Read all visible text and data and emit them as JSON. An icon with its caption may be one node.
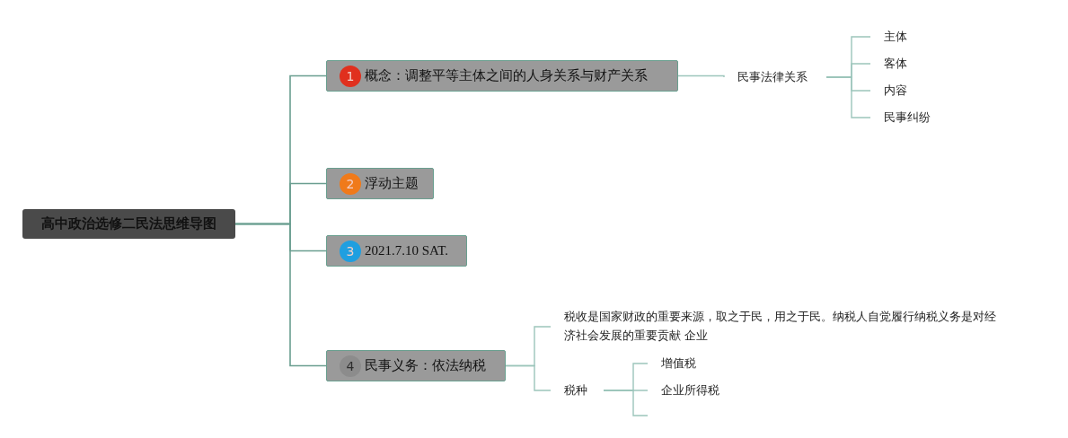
{
  "diagram": {
    "nodes": [
      {
        "text": [
          "高中政治选修二民法思维导图"
        ]
      },
      {
        "text": [
          "1",
          "概念：调整平等主体之间的人身关系与财产关系"
        ]
      },
      {
        "text": [
          "2",
          "浮动主题"
        ]
      },
      {
        "text": [
          "3",
          "2021.7.10 SAT."
        ]
      },
      {
        "text": [
          "4",
          "民事义务：依法纳税"
        ]
      },
      {
        "text": [
          "民事法律关系"
        ]
      },
      {
        "text": [
          "主体"
        ]
      },
      {
        "text": [
          "客体"
        ]
      },
      {
        "text": [
          "内容"
        ]
      },
      {
        "text": [
          "民事纠纷"
        ]
      },
      {
        "text": [
          "税收是国家财政的重要来源，取之于民，用之于民。纳税人自觉履行纳税义务是对经济社会发展的重要贡献 企业"
        ]
      },
      {
        "text": [
          "税种"
        ]
      },
      {
        "text": [
          "增值税"
        ]
      },
      {
        "text": [
          "企业所得税"
        ]
      }
    ],
    "edges": [
      {
        "from": 0,
        "to": 1,
        "arrow": "none"
      },
      {
        "from": 0,
        "to": 2,
        "arrow": "none"
      },
      {
        "from": 0,
        "to": 3,
        "arrow": "none"
      },
      {
        "from": 0,
        "to": 4,
        "arrow": "none"
      },
      {
        "from": 1,
        "to": 5,
        "arrow": "none"
      },
      {
        "from": 5,
        "to": 6,
        "arrow": "none"
      },
      {
        "from": 5,
        "to": 7,
        "arrow": "none"
      },
      {
        "from": 5,
        "to": 8,
        "arrow": "none"
      },
      {
        "from": 5,
        "to": 9,
        "arrow": "none"
      },
      {
        "from": 4,
        "to": 10,
        "arrow": "none"
      },
      {
        "from": 4,
        "to": 11,
        "arrow": "none"
      },
      {
        "from": 11,
        "to": 12,
        "arrow": "none"
      },
      {
        "from": 11,
        "to": 13,
        "arrow": "none"
      },
      {
        "from": 11,
        "to": null,
        "arrow": "none"
      }
    ]
  }
}
